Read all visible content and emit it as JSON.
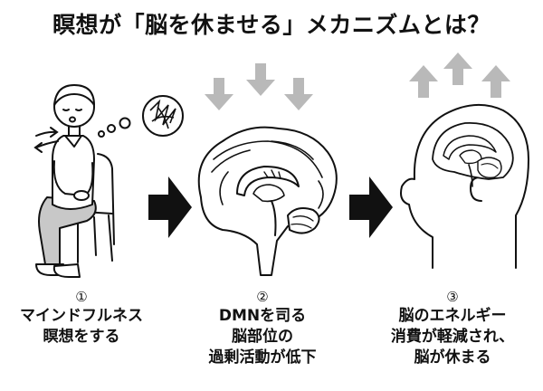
{
  "title": "瞑想が「脳を休ませる」メカニズムとは？",
  "steps": [
    {
      "number": "①",
      "lines": [
        "マインドフルネス",
        "瞑想をする"
      ]
    },
    {
      "number": "②",
      "lines": [
        "DMNを司る",
        "脳部位の",
        "過剰活動が低下"
      ]
    },
    {
      "number": "③",
      "lines": [
        "脳のエネルギー",
        "消費が軽減され、",
        "脳が休まる"
      ]
    }
  ],
  "colors": {
    "ink": "#111111",
    "gray_arrow": "#b9b9b9",
    "pants": "#c8c8c8",
    "skin": "#ffffff"
  },
  "icons": [
    "person-meditating",
    "thought-bubble-scribble",
    "breath-arrows",
    "down-arrows",
    "brain-side-view",
    "up-arrows",
    "head-silhouette",
    "next-step-arrow"
  ]
}
